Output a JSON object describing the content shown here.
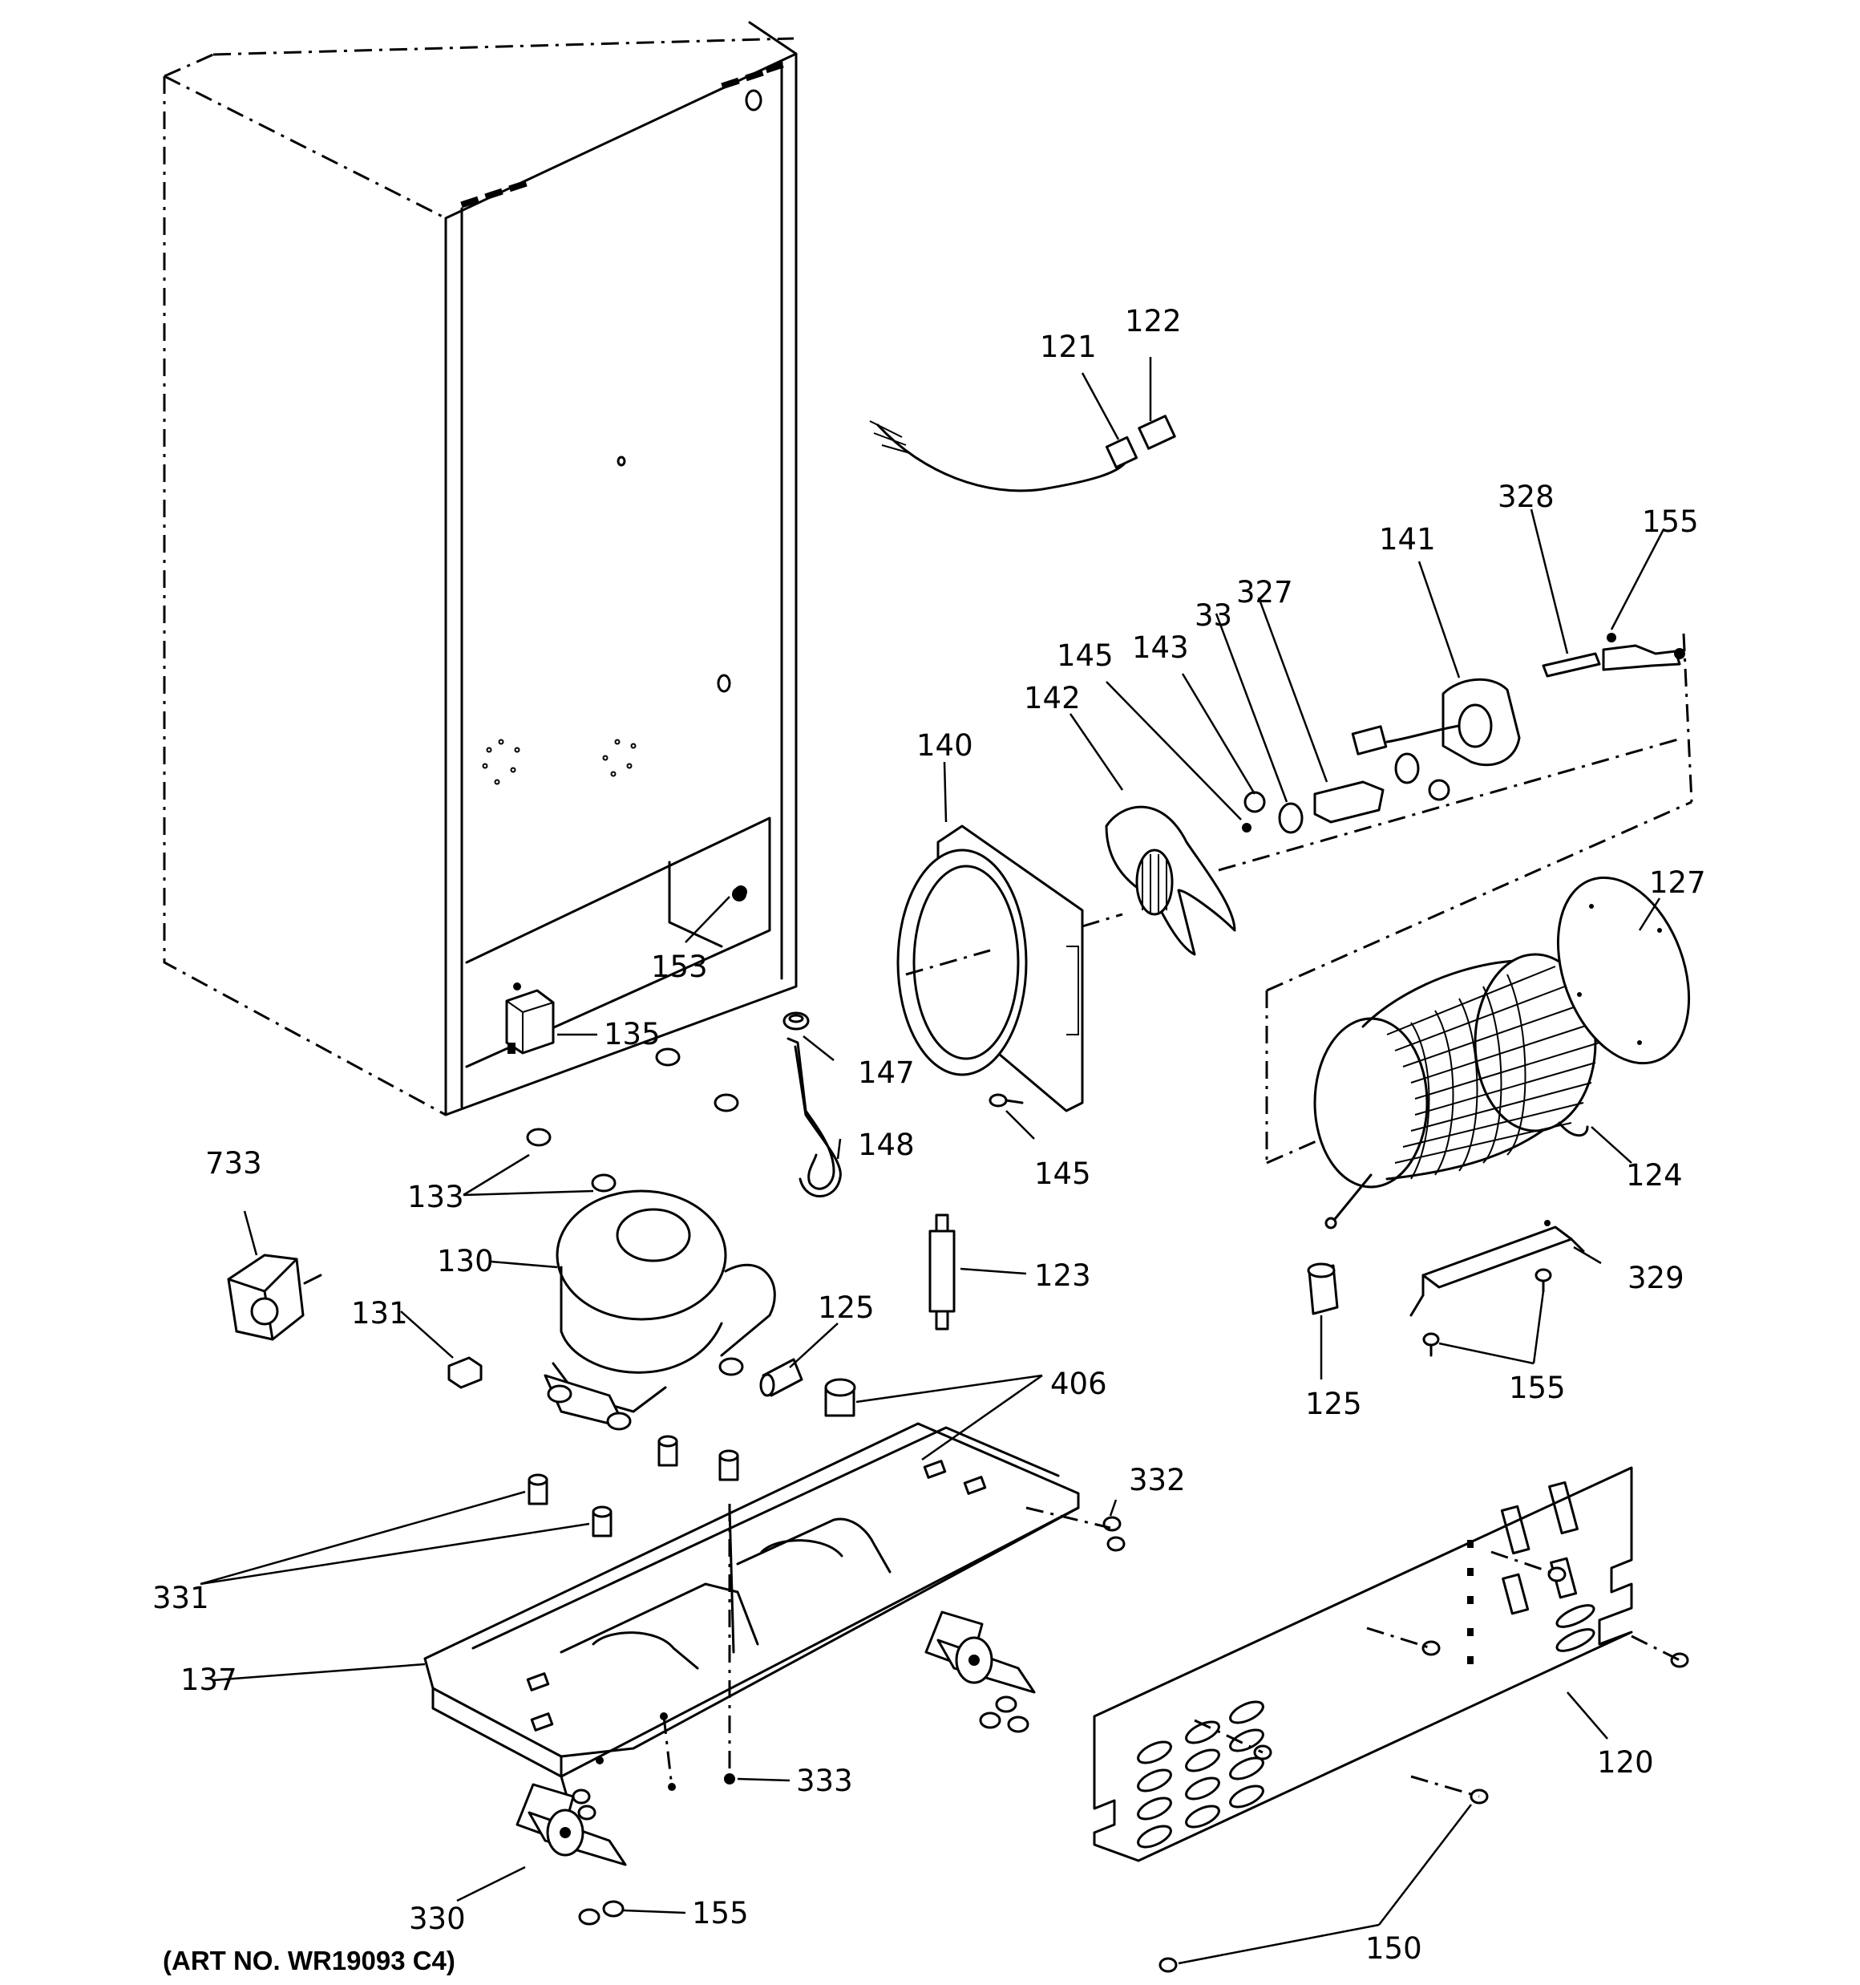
{
  "art_number": "(ART NO. WR19093 C4)",
  "callouts": {
    "c121": "121",
    "c122": "122",
    "c328": "328",
    "c155a": "155",
    "c141": "141",
    "c327": "327",
    "c33": "33",
    "c143": "143",
    "c145a": "145",
    "c142": "142",
    "c140": "140",
    "c127": "127",
    "c153": "153",
    "c135": "135",
    "c147": "147",
    "c148": "148",
    "c145b": "145",
    "c124": "124",
    "c733": "733",
    "c133": "133",
    "c130": "130",
    "c123": "123",
    "c329": "329",
    "c131": "131",
    "c125a": "125",
    "c125b": "125",
    "c155b": "155",
    "c406": "406",
    "c332": "332",
    "c331": "331",
    "c137": "137",
    "c120": "120",
    "c333": "333",
    "c330": "330",
    "c155c": "155",
    "c150": "150"
  }
}
